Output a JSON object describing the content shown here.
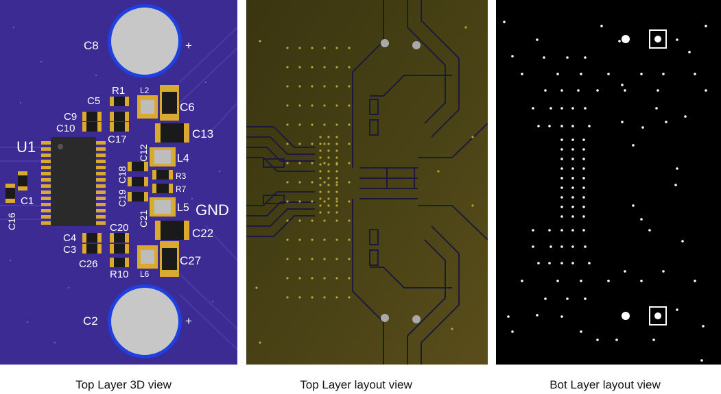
{
  "captions": {
    "top_3d": "Top Layer 3D view",
    "top_layout": "Top Layer layout view",
    "bot_layout": "Bot Layer layout view"
  },
  "colors": {
    "board_3d": "#3b2b93",
    "board_layout": "#3d3510",
    "board_bottom": "#000000",
    "capacitor_ring": "#1f3fe0",
    "pad_gold": "#d9aa2e"
  },
  "silkscreen": {
    "c8": "C8",
    "c8_plus": "+",
    "r1": "R1",
    "l2": "L2",
    "c5": "C5",
    "c6": "C6",
    "c9": "C9",
    "c10": "C10",
    "c17": "C17",
    "c13": "C13",
    "u1": "U1",
    "c12": "C12",
    "l4": "L4",
    "c18": "C18",
    "r3": "R3",
    "r7": "R7",
    "c19": "C19",
    "c1": "C1",
    "c16": "C16",
    "c21": "C21",
    "l5": "L5",
    "gnd": "GND",
    "c20": "C20",
    "c22": "C22",
    "c4": "C4",
    "c3": "C3",
    "c26": "C26",
    "r10": "R10",
    "l6": "L6",
    "c27": "C27",
    "c2": "C2",
    "c2_plus": "+"
  }
}
